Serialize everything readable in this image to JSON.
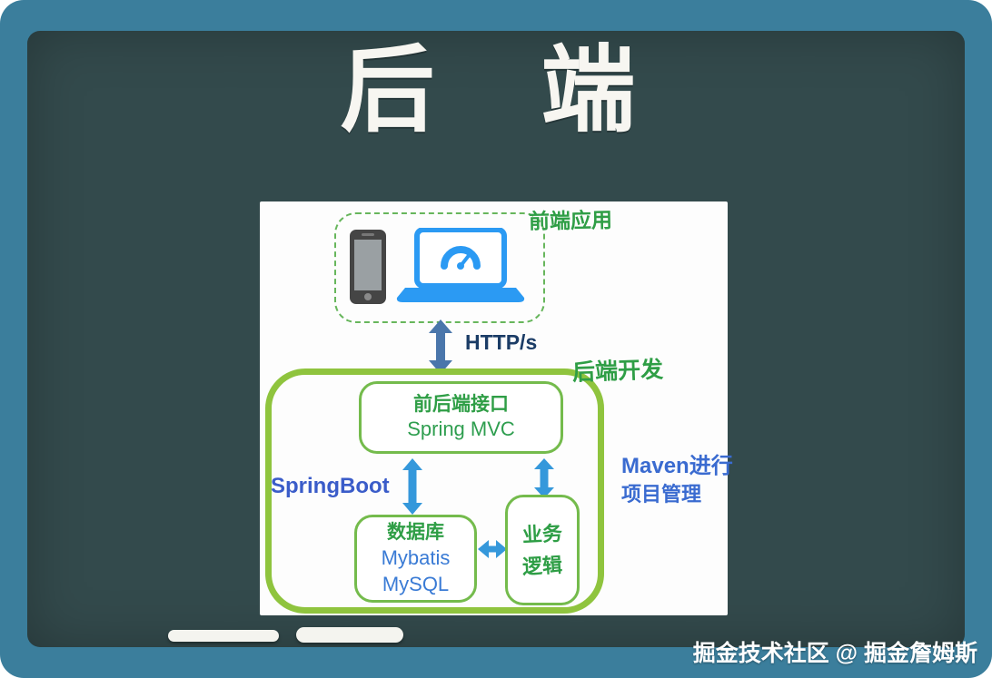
{
  "title": "后 端",
  "diagram": {
    "frontend": {
      "label": "前端应用"
    },
    "http": {
      "label": "HTTP/s"
    },
    "backend": {
      "label": "后端开发"
    },
    "api_box": {
      "title": "前后端接口",
      "subtitle": "Spring MVC"
    },
    "springboot_label": "SpringBoot",
    "db_box": {
      "title": "数据库",
      "line2": "Mybatis",
      "line3": "MySQL"
    },
    "logic_box": {
      "line1": "业务",
      "line2": "逻辑"
    },
    "maven": {
      "line1": "Maven进行",
      "line2": "项目管理"
    }
  },
  "watermark": "掘金技术社区 @ 掘金詹姆斯",
  "icons": {
    "phone-icon": "smartphone device",
    "laptop-icon": "laptop computer",
    "speedometer-icon": "gauge on laptop screen",
    "double-arrow-icon": "bidirectional data flow arrow"
  },
  "colors": {
    "frame_teal": "#3b7e9c",
    "chalkboard": "#334a4c",
    "panel_white": "#fdfdfd",
    "container_green": "#8fc43e",
    "box_green": "#74bb4c",
    "dashed_green": "#67b65c",
    "text_green": "#2f9e46",
    "arrow_blue": "#3598db",
    "http_arrow_blue": "#4a76ab",
    "http_text_navy": "#1b3c66",
    "springboot_blue": "#3a5cc9",
    "code_blue": "#3a7bd5",
    "maven_blue": "#3a6bd0",
    "title_white": "#f7f6f1"
  }
}
